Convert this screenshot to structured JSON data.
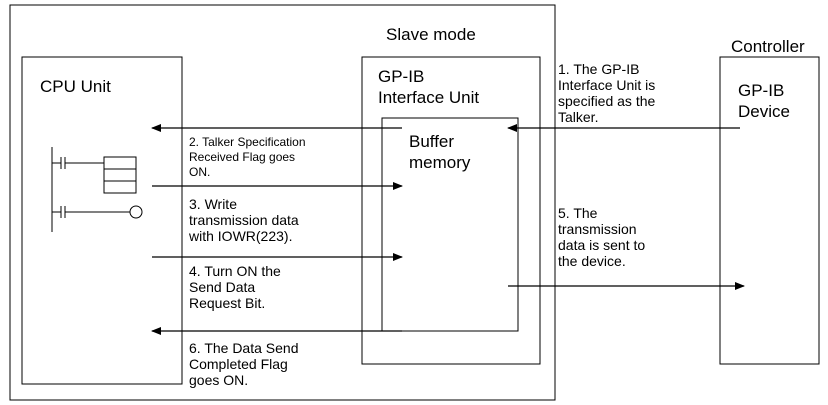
{
  "slave_mode_label": "Slave mode",
  "controller_label": "Controller",
  "cpu_unit": {
    "title": "CPU Unit"
  },
  "gpib_interface_unit": {
    "title": "GP-IB\nInterface Unit"
  },
  "buffer_memory": {
    "title": "Buffer\nmemory"
  },
  "gpib_device": {
    "title": "GP-IB\nDevice"
  },
  "steps": {
    "step1": "1. The GP-IB\n    Interface Unit is\n    specified as the\n    Talker.",
    "step2": "2. Talker Specification\n    Received Flag goes\n    ON.",
    "step3": "3. Write\n    transmission data\n    with IOWR(223).",
    "step4": "4. Turn ON the\n    Send Data\n    Request Bit.",
    "step5": "5. The\n    transmission\n    data is sent to\n    the device.",
    "step6": "6. The Data Send\n    Completed Flag\n    goes ON."
  }
}
